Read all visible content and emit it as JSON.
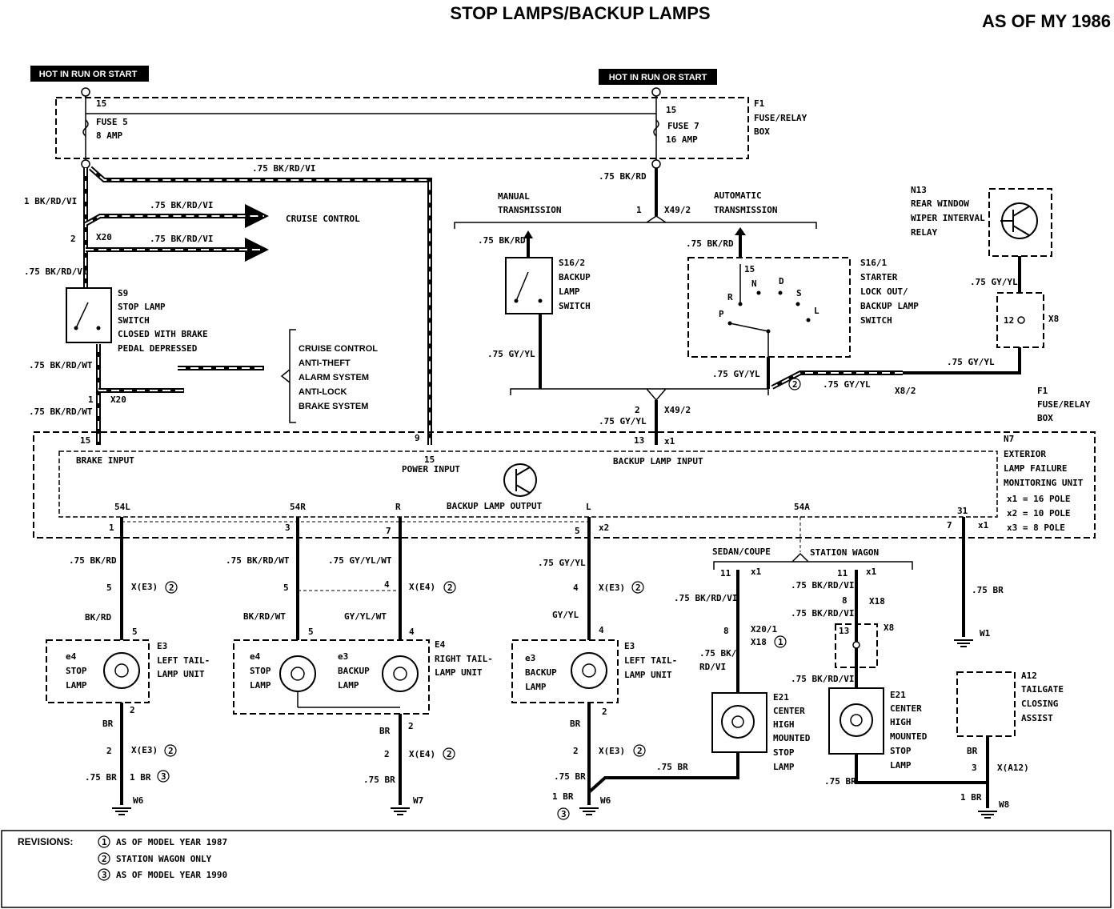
{
  "header": {
    "title": "STOP LAMPS/BACKUP LAMPS",
    "model_year": "AS OF MY 1986"
  },
  "hot_labels": [
    "HOT IN RUN OR START",
    "HOT IN RUN OR START"
  ],
  "fuse_box": {
    "fuse5_name": "FUSE 5",
    "fuse5_rating": "8 AMP",
    "fuse7_name": "FUSE 7",
    "fuse7_rating": "16 AMP",
    "terminal": "15",
    "id": "F1",
    "label1": "FUSE/RELAY",
    "label2": "BOX"
  },
  "wires": {
    "w_75bkrdvi": ".75 BK/RD/VI",
    "w_1bkrdvi": "1 BK/RD/VI",
    "w_75bkrd": ".75 BK/RD",
    "w_75bkrdwt": ".75 BK/RD/WT",
    "w_75gyyl": ".75 GY/YL",
    "w_75bkrdwt2": ".75 BK/RD/WT",
    "w_75gyylwt": ".75 GY/YL/WT",
    "w_bkrd": "BK/RD",
    "w_bkrdwt": "BK/RD/WT",
    "w_gyylwt": "GY/YL/WT",
    "w_gyyl": "GY/YL",
    "w_br": "BR",
    "w_75br": ".75 BR",
    "w_1br": "1 BR",
    "w_75bk": ".75 BK/",
    "w_rdvi": "RD/VI"
  },
  "cruise_control": "CRUISE CONTROL",
  "connectors": {
    "x20": "X20",
    "x49_2": "X49/2",
    "x8_2": "X8/2",
    "x1": "x1",
    "x2": "x2",
    "xe3": "X(E3)",
    "xe4": "X(E4)",
    "x18": "X18",
    "x8": "X8",
    "x20_1": "X20/1",
    "xa12": "X(A12)"
  },
  "s9": {
    "id": "S9",
    "l1": "STOP LAMP",
    "l2": "SWITCH",
    "l3": "CLOSED WITH BRAKE",
    "l4": "PEDAL DEPRESSED"
  },
  "brace_list": [
    "CRUISE CONTROL",
    "ANTI-THEFT",
    "ALARM SYSTEM",
    "ANTI-LOCK",
    "BRAKE SYSTEM"
  ],
  "transmission": {
    "manual1": "MANUAL",
    "manual2": "TRANSMISSION",
    "auto1": "AUTOMATIC",
    "auto2": "TRANSMISSION"
  },
  "s16_2": {
    "id": "S16/2",
    "l1": "BACKUP",
    "l2": "LAMP",
    "l3": "SWITCH"
  },
  "s16_1": {
    "id": "S16/1",
    "l1": "STARTER",
    "l2": "LOCK OUT/",
    "l3": "BACKUP LAMP",
    "l4": "SWITCH"
  },
  "gear_labels": [
    "R",
    "N",
    "D",
    "S",
    "L",
    "P"
  ],
  "n13": {
    "id": "N13",
    "l1": "REAR WINDOW",
    "l2": "WIPER INTERVAL",
    "l3": "RELAY"
  },
  "n7": {
    "id": "N7",
    "l1": "EXTERIOR",
    "l2": "LAMP FAILURE",
    "l3": "MONITORING UNIT",
    "x1": "x1 = 16 POLE",
    "x2": "x2 = 10 POLE",
    "x3": "x3 = 8 POLE",
    "brake_input": "BRAKE INPUT",
    "power_input": "POWER INPUT",
    "backup_input": "BACKUP LAMP INPUT",
    "backup_output": "BACKUP LAMP OUTPUT",
    "pins_top": [
      "15",
      "9",
      "15",
      "13"
    ],
    "pins_bottom": [
      "54L",
      "54R",
      "R",
      "L",
      "54A",
      "31"
    ]
  },
  "f1_right": {
    "id": "F1",
    "l1": "FUSE/RELAY",
    "l2": "BOX"
  },
  "variants": {
    "sedan": "SEDAN/COUPE",
    "wagon": "STATION WAGON"
  },
  "e3_left": {
    "id": "E3",
    "l1": "LEFT TAIL-",
    "l2": "LAMP UNIT",
    "lamp_id": "e4",
    "lamp1": "STOP",
    "lamp2": "LAMP"
  },
  "e4_right": {
    "id": "E4",
    "l1": "RIGHT TAIL-",
    "l2": "LAMP UNIT",
    "a_id": "e4",
    "a1": "STOP",
    "a2": "LAMP",
    "b_id": "e3",
    "b1": "BACKUP",
    "b2": "LAMP"
  },
  "e3_backup": {
    "id": "E3",
    "l1": "LEFT TAIL-",
    "l2": "LAMP UNIT",
    "lamp_id": "e3",
    "lamp1": "BACKUP",
    "lamp2": "LAMP"
  },
  "e21": {
    "id": "E21",
    "l1": "CENTER",
    "l2": "HIGH",
    "l3": "MOUNTED",
    "l4": "STOP",
    "l5": "LAMP"
  },
  "a12": {
    "id": "A12",
    "l1": "TAILGATE",
    "l2": "CLOSING",
    "l3": "ASSIST"
  },
  "grounds": {
    "w6": "W6",
    "w7": "W7",
    "w1": "W1",
    "w8": "W8"
  },
  "revisions": {
    "label": "REVISIONS:",
    "items": [
      {
        "num": "1",
        "text": "AS OF MODEL YEAR 1987"
      },
      {
        "num": "2",
        "text": "STATION WAGON ONLY"
      },
      {
        "num": "3",
        "text": "AS OF MODEL YEAR 1990"
      }
    ]
  }
}
